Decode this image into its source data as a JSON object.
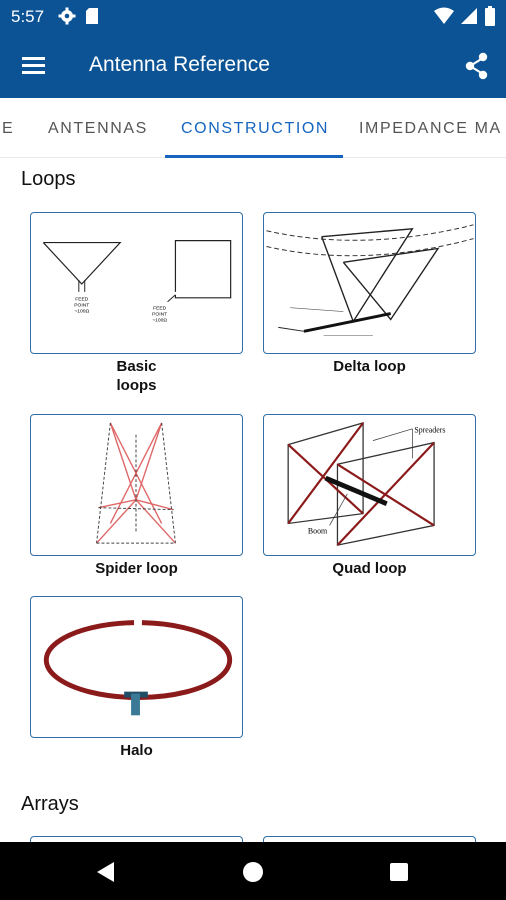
{
  "status": {
    "time": "5:57"
  },
  "appbar": {
    "title": "Antenna Reference"
  },
  "tabs": [
    {
      "label": "IE"
    },
    {
      "label": "ANTENNAS"
    },
    {
      "label": "CONSTRUCTION"
    },
    {
      "label": "IMPEDANCE MA"
    }
  ],
  "sections": {
    "loops": "Loops",
    "arrays": "Arrays"
  },
  "cards": [
    {
      "label_line1": "Basic",
      "label_line2": "loops"
    },
    {
      "label": "Delta loop"
    },
    {
      "label": "Spider loop"
    },
    {
      "label": "Quad loop"
    },
    {
      "label": "Halo"
    }
  ],
  "diagram_text": {
    "feed_label": "FEED",
    "feed_point": "POINT",
    "feed_impedance": "~100Ω",
    "quad_spreaders": "Spreaders",
    "quad_boom": "Boom"
  },
  "colors": {
    "primary": "#0b5394",
    "tab_active": "#1565c0",
    "card_border": "#2e6fa7",
    "loop_red": "#8b1a1a",
    "spider_red": "#e06666"
  }
}
